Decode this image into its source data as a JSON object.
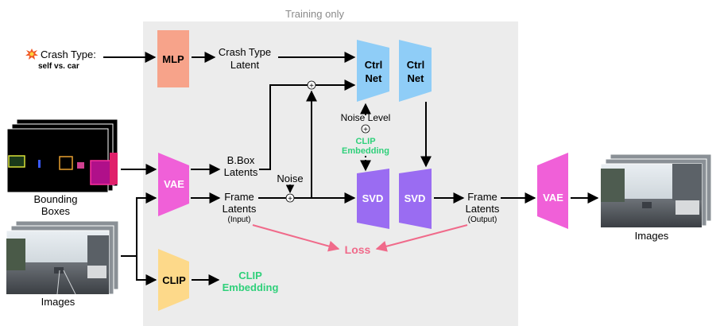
{
  "region": {
    "label": "Training only"
  },
  "inputs": {
    "crash_type_label": "Crash Type:",
    "crash_type_value": "self vs. car",
    "bounding_boxes_line1": "Bounding",
    "bounding_boxes_line2": "Boxes",
    "images_input": "Images"
  },
  "blocks": {
    "mlp": "MLP",
    "vae_encoder": "VAE",
    "clip": "CLIP",
    "ctrlnet_a_line1": "Ctrl",
    "ctrlnet_a_line2": "Net",
    "ctrlnet_b_line1": "Ctrl",
    "ctrlnet_b_line2": "Net",
    "svd_a": "SVD",
    "svd_b": "SVD",
    "vae_decoder": "VAE"
  },
  "labels": {
    "crash_latent_line1": "Crash Type",
    "crash_latent_line2": "Latent",
    "bbox_latents_line1": "B.Box",
    "bbox_latents_line2": "Latents",
    "frame_latents_in_line1": "Frame",
    "frame_latents_in_line2": "Latents",
    "frame_latents_in_line3": "(Input)",
    "noise": "Noise",
    "noise_level": "Noise Level",
    "clip_emb_mid_line1": "CLIP",
    "clip_emb_mid_line2": "Embedding",
    "clip_emb_out_line1": "CLIP",
    "clip_emb_out_line2": "Embedding",
    "frame_latents_out_line1": "Frame",
    "frame_latents_out_line2": "Latents",
    "frame_latents_out_line3": "(Output)",
    "loss": "Loss",
    "images_output": "Images",
    "plus_symbol": "+"
  },
  "colors": {
    "region_bg": "#ececec",
    "mlp": "#f7a38a",
    "vae": "#f060d8",
    "clip": "#fdd98a",
    "ctrlnet": "#8fcdf7",
    "svd": "#9a6cf2",
    "loss": "#f06a8a",
    "clip_text": "#2fd07a",
    "arrow": "#000000"
  },
  "icons": {
    "crash": "explosion-icon"
  }
}
